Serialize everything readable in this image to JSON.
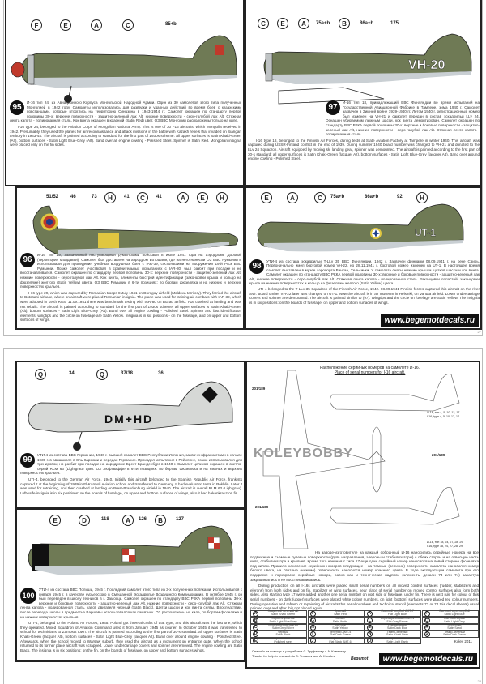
{
  "top_page": {
    "page_number": "27",
    "p95": {
      "number": "95",
      "callouts": [
        "F",
        "E",
        "A",
        "C",
        "85+b"
      ],
      "ru": "И-16 тип 24, из Авиационного Корпуса Монгольской Народной Армии. Один из 30 самолетов этого типа полученных Монголией в 1942 году. Самолеты использовались для разведки и ударных действий во время боев с казахскими повстанцами, которые вторглись на территорию Синцзяна в 1943-1944 гг. Самолет окрашен по стандарту первой половины 30-х: верхние поверхности - защитно-зеленый лак Alt, нижние поверхности - серо-голубой лак Alt. Стяжная лента капота - полированная сталь. Кок винта окрашен в красный (Satin Red) цвет. ОЗ ВВС Монголии расположены только на киле.",
      "en": "I-16 type 24, belonged to the Aviation Corps of Mongolian National Army. This is one of 30 I-16 aircrafts, which Mongolia received in 1942. Presumably, they used the planes for air reconnaissance and attack missions in the battle with Kazakh rebels that invaded on Siangan territory in 1943-44. The aircraft is painted according to standard for the first part of 1930s scheme: all upper surfaces is Satin Khaki-Green (Alt), bottom surfaces - Satin Light Blue-Grey (Alt). Band over all engine cowling - Polished Steel. Spinner is Satin Red. Mongolian insignia were placed only on the fin sides."
    },
    "p97": {
      "number": "97",
      "callouts": [
        "C",
        "E",
        "A",
        "75a+b",
        "B",
        "86a+b",
        "175"
      ],
      "board": "VH-20",
      "ru": "И-16 тип 18, принадлежащий ВВС Финляндии во время испытаний на Государственной Авиационной Фабрике в Тампере, зима 1940 г. Самолет захвачен в Зимней войне 1939-1940 гг. Летом 1940 г. регистрационный номер был изменен на VH-21 и самолет передан в состав эскадрильи LLv 24. Оснащен убираемым лыжным шасси, кок винта демонтирован. Самолет окрашен по стандарту ВВС РККА первой половины 30-х: верхние и боковые поверхности - защитно-зеленый лак Alt, нижние поверхности - серо-голубой лак Alt. Стяжная лента капота - полированная сталь.",
      "en": "I-16 type 18, belonged to the Finnish Air Forces, during tests at State Aviation Factory at Tampere in winter 1940. This aircraft was captured during USSR-Finland conflict in the end of 1939. During summer 1940 board number was changed to VH-21 and donated to the LLv 24 Squadron. Aircraft equipped by moving ski landing gear, spinner was demounted. The aircraft is painted according to the first part of 30-s standard: all upper surfaces is Satin Khaki-Green (lacquer Alt), bottom surfaces - Satin Light Blue-Grey (lacquer Alt). Band over around engine cowling - Polished Steel."
    },
    "p96": {
      "number": "96",
      "callouts": [
        "51/52",
        "46",
        "73",
        "H",
        "41",
        "C",
        "41",
        "A",
        "E",
        "H"
      ],
      "ru": "И-16 тип 29, захваченный наступающими румынскими войсками в июле 1941 года на аэродроме Дорогой (территория Молдавии). Самолет был доставлен на аэродром Ботошани, где на него нанесли ОЗ ВВС Румынии и использовали для проведения учебных воздушных боев с IAR-39, состоявшими на вооружении 19-й РАЭ ВВС Румынии. Позже самолет участвовал в сравнительных испытаниях с IAR-80, был разбит при посадке и не восстанавливался. Самолет окрашен по стандарту первой половины 30-х: верхние поверхности - защитно-зеленый лак Alt, нижние поверхности - серо-голубой лак Alt. Кок винта, элементы быстрой идентификации (законцовки крыла и кольцо на фюзеляже) желтого (Satin Yellow) цвета. ОЗ ВВС Румынии в 6-ти позициях: по бортам фюзеляжа и на нижних и верхних поверхностях крыльев.",
      "en": "I-16 type 29, which was captured by Romanian troops 8 July 1941 on Dorogoy airfield (Moldova territory). They ferried the aircraft to Botosani airbase, where on aircraft were placed Romanian insignia. The plane was used for training air combats with IAR-39, which were adopted in 19-th RAS. 11.09.1941 there was benchmark testing with IAR-80 on Buzau airfield. I-16 crashed at landing and was not rebuilt. The aircraft is painted according to standard for the first part of 1930s scheme: all upper surfaces is Satin Khaki-Green (Alt), bottom surfaces - Satin Light Blue-Grey (Alt). Band over all engine cowling - Polished Steel. Spinner and fast identification elements: wingtips and the circle on fuselage are Satin Yellow. Insignia is in six positions - on the fuselage, and on upper and bottom surfaces of wings."
    },
    "p98": {
      "number": "98",
      "callouts": [
        "E",
        "A",
        "C",
        "75a+b",
        "86a+b",
        "92",
        "H"
      ],
      "board": "UT-1",
      "ru": "УТИ-4 из состава эскадрильи T-LLv 35 ВВС Финляндии, 1942 г. Захвачен финнами 08.09.1941 г. на реке Свирь. Первоначально имел бортовой номер VH-22, но 28.11.1941 г. бортовой номер изменен на UT-1. В настоящее время самолет выставлен в музее аэропорта Вантаа, Хельсинки. У самолета сняты нижние крышки щитков шасси и кок винта. Самолет окрашен по стандарту ВВС РККА первой половины 30-х: верхние и боковые поверхности - защитно-зеленый лак Alt, нижние поверхности - серо-голубой лак Alt. Стяжная лента капота - полированная сталь. Законцовки лопастей, законцовки крыла на нижних поверхностях и кольцо на фюзеляже желтого (Satin Yellow) цвета.",
      "en": "UTI-4 belonged to the T-LLv 35 Squadron of the Finnish Air Force, 1942. 08.09.1941 Finnish forces captured this aircraft on the river Svir. Board umber VH-22 later was changed on UT-1. Now the aircraft is in air museum in Helsinki, on Vantaa airfield. Lower undercarriage covers and spinner are demounted. The aircraft is painted similar to (97). Wingtips and the circle on fuselage are Satin Yellow. The insignia is in six positions: on the boards of fuselage, on upper and bottom surfaces of wings.",
      "website": "www.begemotdecals.ru"
    }
  },
  "bottom_page": {
    "page_number": "28",
    "p99": {
      "number": "99",
      "callouts": [
        "Q",
        "34",
        "Q",
        "37/38",
        "36"
      ],
      "codes": "DM+HD",
      "ru": "УТИ-4 из состава ВВС Германии, 1940 г. Бывший самолет ВВС Республики Испания, захвачен франкистами в начале 1939 г. в авиашколе в Эль-Кармоли и передан Германии. Проходил испытания в Рейхлине, позже использовался для тренировок, но разбит при посадке на аэродроме Брест-Бранденбург в 1940 г. Самолет целиком окрашен в светло-серый RLM 63 (Lightgrau) цвет. ОЗ Люфтваффе в 6-ти позициях: по бортам фюзеляжа и на нижних и верхних поверхностях крыльев.",
      "en": "UTI-4, belonged to the German Air Force, 1940. Initially this aircraft belonged to the Spanish Republic Air Force, frankists captured it at the beginning of 1939 in El-Karmoli Aviation school and transferred to Germany. It had evaluation tests in Rekhlin. Later it was used for retraining, and then crashed at landing on Brest-Brandenburg airfield in 1940. The aircraft is overall RLM 63 (Lightgrau). Luftwaffe insignia is in six positions: on the boards of fuselage, on upper and bottom surfaces of wings, also it had hakenkrauz on fin."
    },
    "p100": {
      "number": "100",
      "callouts": [
        "E",
        "D",
        "118",
        "A",
        "126",
        "B",
        "127"
      ],
      "ru": "УТИ-4 из состава ВВС Польши, 1945 г. Последний самолет этого типа из 3-х полученных поляками. Использовался с января 1945 г. в качестве курьерского в Смешанной Эскадрилье Воздушного Командования. В октябре 1945 г. он был переведен в школу техников в г. Замосць. Самолет окрашен по стандарту ВВС РККА первой половины 30-х: верхние и боковые поверхности - защитно-зеленый лак Alt, нижние поверхности - серо-голубой лак Alt. Стяжная лента капота - полированная сталь, капот двигателя черный (Satin Black). Щитки шасси и кок винта сняты. Впоследствии, после переезда школы в предместье Варшавы использовался как памятник. ОЗ расположены на киле, по бортам фюзеляжа и на нижних поверхностях крыльев.",
      "en": "UTI-4, belonged to the Poland Air Forces, 1945. Poland got three aircrafts of that type, and this aircraft was the last one, which they operated. Mixed Squadron of Aviation Command used it from January 1945 as courier. In October 1945 it was transferred to school for technicians to Zamosts town. The aircraft is painted according to the first part of 30-s standard: all upper surfaces is Satin Khaki-Green (lacquer Alt), bottom surfaces - Satin Light Blue-Grey (lacquer Alt). Band over around engine cowling - Polished Steel. Afterwards, when the school moved to Warsaw suburb, they used the aircraft as a monument on entrance gate. When the school returned to its former place aircraft was scrapped. Lower undercarriage covers and spinner are removed. The engine cowling are Satin Black. The insignia is in six positions: on the fin, on the boards of fuselage, on upper and bottom surfaces wings."
    },
    "serials": {
      "title_ru": "Расположение серийных номеров на самолете И-16.",
      "title_en": "Place of serial numbers for I-16 aircraft.",
      "serial_label": "201/189",
      "types_a_ru": "И-16, тип 4, 5, 10, 12, 17",
      "types_a_en": "I-16, type 4, 5, 10, 12, 17",
      "types_b_ru": "И-16, тип 18, 24, 27, 28, 29",
      "types_b_en": "I-16, type 18, 24, 27, 28, 29",
      "ru": "На заводе-изготовителе на каждый собранный И-16 наносились серийные номера на все подвижные и съемные рулевые поверхности (руль направления, элероны и стабилизаторы) с обеих сторон и на отвесную часть киля, стабилизатора и крыльев. Кроме того начиная с типа 17 еще один серийный номер наносился на левой стороне фюзеляжа под килем. Правило нанесения серийных номеров следующее - на темные (верхние) поверхности самолета наносился номер белого цвета, на светлые (нижние) поверхности наносился номер красного цвета. В ходе эксплуатации самолета при его подкраске и перекраске серийные номера, равно как и технические надписи (элементы декали 73 или 74) зачастую закрашивались и не восстанавливались.",
      "en": "During production on all I-16s aircrafts were placed small serial numbers on all moved control surfaces (rudder, stabilizers and elerons) from both sides and on fin, stabilizer or wing surfaces, near place of serial number on moved control surfaces also form both sides. Also starting type 17 were added another one serial number on port side of fuselage, under fin. There is next rule for colour of this serial numbers - on dark (upper) surfaces were placed white colour numbers, on light (bottom) surfaces were placed red colour numbers. During operation and refresh or repainting of aircrafts this serial numbers and technical stencil (elements 73 or 74 this decal sheets) usual painted over and after this not placed again."
    },
    "legend": [
      {
        "key": "A",
        "ru": "Защитный зеленый Alt",
        "en": "Satin Khaki Green"
      },
      {
        "key": "B",
        "ru": "Серо-голубой Alt",
        "en": "Satin Light Blue/Grey"
      },
      {
        "key": "C",
        "ru": "Серо-серебристый Alt",
        "en": "Satin Grey/Silver"
      },
      {
        "key": "D",
        "ru": "Черный",
        "en": "Satin Black"
      },
      {
        "key": "E",
        "ru": "Полированная сталь",
        "en": "Polished steel"
      },
      {
        "key": "F",
        "ru": "Красный",
        "en": "Satin Red"
      },
      {
        "key": "G",
        "ru": "Белый",
        "en": "Satin White"
      },
      {
        "key": "H",
        "ru": "Желтый",
        "en": "Satin Yellow"
      },
      {
        "key": "I",
        "ru": "Зеленый АМТ-4",
        "en": "Flat Dark Green"
      },
      {
        "key": "J",
        "ru": "Черный АМТ-6",
        "en": "Flat Black AMT-6"
      },
      {
        "key": "K",
        "ru": "Светлый голубой АМТ-7",
        "en": "Flat Light Blue"
      },
      {
        "key": "L",
        "ru": "Серо-коричневый АМТ-1",
        "en": "Flat Grey/Brown"
      },
      {
        "key": "M",
        "ru": "Темный синий",
        "en": "Satin Dark Blue"
      },
      {
        "key": "N",
        "ru": "Темно-зеленый",
        "en": "Satin Khaki Drab"
      },
      {
        "key": "O",
        "ru": "Коричневый",
        "en": "Satin Light Earth"
      },
      {
        "key": "P",
        "ru": "Светлый серо-голубой",
        "en": "Satin Light Blue"
      },
      {
        "key": "Q",
        "ru": "Светлый серый",
        "en": "Satin Light Grey"
      },
      {
        "key": "R",
        "ru": "Песочный",
        "en": "Satin Sand"
      },
      {
        "key": "S",
        "ru": "Темно-зеленый",
        "en": "Satin Dark Green"
      }
    ],
    "copyright": "Koley 2011",
    "thanks_ru": "Спасибо за помощь в разработке С. Труфанову и А. Ковалеву.",
    "thanks_en": "Thanks for help in research to S. Trufanov and A. Kovalev.",
    "brand": "Begemot",
    "website": "www.begemotdecals.ru"
  },
  "watermark": "KOLEYBOBBY",
  "colors": {
    "khaki_green": "#6f7a55",
    "light_blue_grey": "#c9cfd3",
    "lightgrau": "#d6d8d6",
    "red": "#c0392b",
    "yellow": "#e0c640",
    "black": "#111111"
  }
}
